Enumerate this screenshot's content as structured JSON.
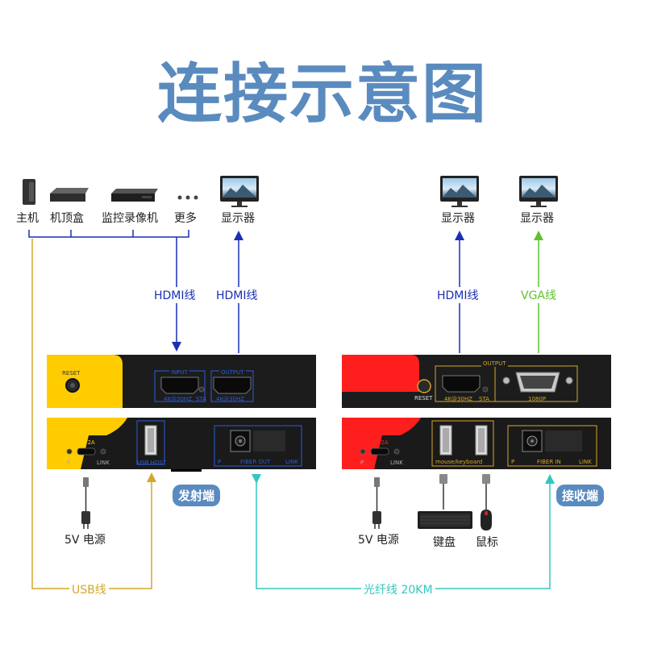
{
  "title": "连接示意图",
  "sources": [
    "主机",
    "机顶盒",
    "监控录像机",
    "更多"
  ],
  "tx_display": "显示器",
  "rx_display_hdmi": "显示器",
  "rx_display_vga": "显示器",
  "cables": {
    "tx_hdmi_in": "HDMI线",
    "tx_hdmi_out": "HDMI线",
    "rx_hdmi": "HDMI线",
    "rx_vga": "VGA线",
    "usb": "USB线",
    "fiber": "光纤线 20KM"
  },
  "tags": {
    "transmitter": "发射端",
    "receiver": "接收端"
  },
  "power_tx": "5V 电源",
  "power_rx": "5V 电源",
  "keyboard": "键盘",
  "mouse": "鼠标",
  "tx_front": {
    "reset": "RESET",
    "input": "INPUT",
    "output": "OUTPUT",
    "res1": "4K@30HZ",
    "res2": "4K@30HZ",
    "sta": "STA"
  },
  "tx_back": {
    "power": "5V 2A",
    "p": "P",
    "link": "LINK",
    "usb_host": "USB HOST",
    "fiber_p": "P",
    "fiber_out": "FIBER OUT",
    "fiber_link": "LINK"
  },
  "rx_front": {
    "reset": "RESET",
    "output": "OUTPUT",
    "res": "4K@30HZ",
    "sta": "STA",
    "vga_res": "1080P"
  },
  "rx_back": {
    "power": "5V 2A",
    "p": "P",
    "link": "LINK",
    "mouse_kb": "mouse/keyboard",
    "fiber_p": "P",
    "fiber_in": "FIBER IN",
    "fiber_link": "LINK"
  },
  "colors": {
    "title": "#5a8bbf",
    "hdmi_line": "#1a2fb4",
    "vga_line": "#5fc12d",
    "usb_line": "#d4a62a",
    "fiber_line": "#33c6c0",
    "tx_accent": "#ffcc00",
    "rx_accent": "#ff1e1e",
    "tag_bg": "#5a8bbf"
  }
}
